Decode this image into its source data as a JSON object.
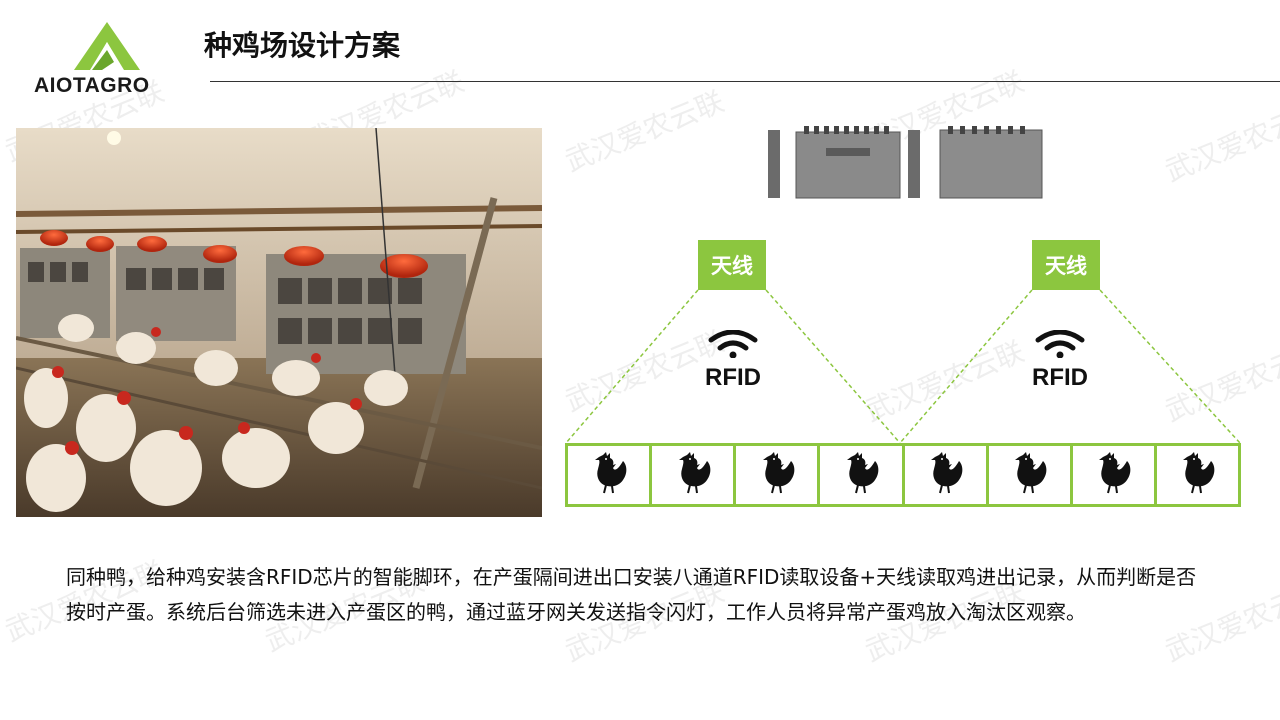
{
  "logo": {
    "text": "AIOTAGRO"
  },
  "header": {
    "title": "种鸡场设计方案"
  },
  "diagram": {
    "antenna_left": "天线",
    "antenna_right": "天线",
    "rfid_left": "RFID",
    "rfid_right": "RFID",
    "chicken_count": 8
  },
  "body": {
    "paragraph": "同种鸭，给种鸡安装含RFID芯片的智能脚环，在产蛋隔间进出口安装八通道RFID读取设备+天线读取鸡进出记录，从而判断是否按时产蛋。系统后台筛选未进入产蛋区的鸭，通过蓝牙网关发送指令闪灯，工作人员将异常产蛋鸡放入淘汰区观察。"
  },
  "watermark": {
    "text": "武汉爱农云联"
  },
  "colors": {
    "accent": "#8cc63f",
    "text": "#111111"
  }
}
